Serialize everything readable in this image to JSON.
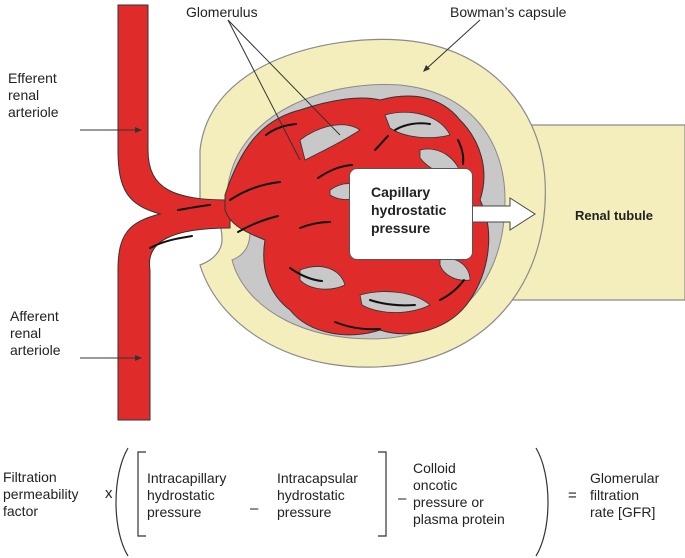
{
  "labels": {
    "glomerulus": "Glomerulus",
    "bowmans_capsule": "Bowman’s capsule",
    "efferent": "Efferent\nrenal\narteriole",
    "afferent": "Afferent\nrenal\narteriole",
    "renal_tubule": "Renal tubule",
    "capillary_pressure": "Capillary\nhydrostatic\npressure"
  },
  "equation": {
    "filtration_factor": "Filtration\npermeability\nfactor",
    "times": "x",
    "intracapillary": "Intracapillary\nhydrostatic\npressure",
    "minus1": "–",
    "intracapsular": "Intracapsular\nhydrostatic\npressure",
    "minus2": "–",
    "colloid": "Colloid\noncotic\npressure or\nplasma protein",
    "equals": "=",
    "result": "Glomerular\nfiltration\nrate [GFR]"
  },
  "colors": {
    "capsule": "#f4eebd",
    "capsule_stroke": "#8a8a8a",
    "inner_space": "#c8c8c8",
    "vessel": "#e02b2b",
    "vessel_dark": "#111111",
    "arrow_fill": "#ffffff"
  }
}
